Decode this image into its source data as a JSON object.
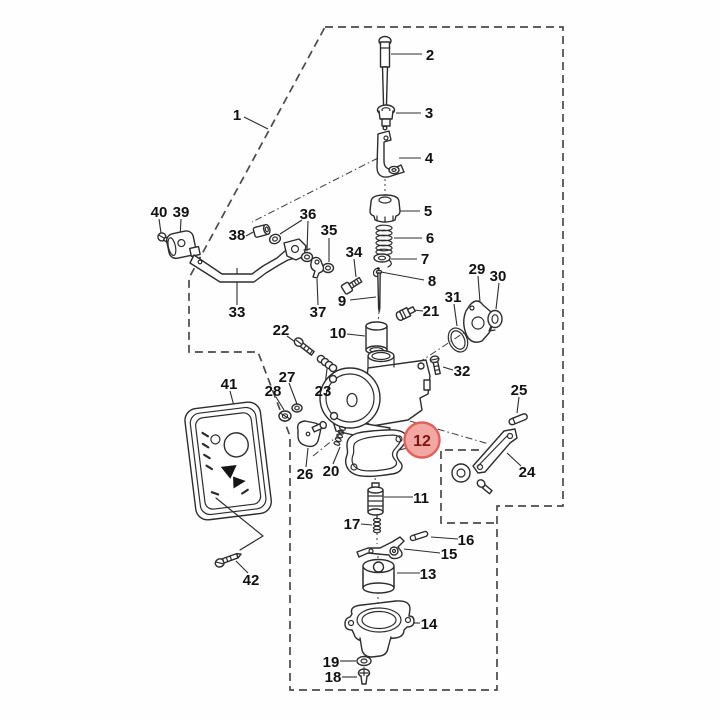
{
  "diagram": {
    "type": "exploded-parts-diagram",
    "subject": "carburetor assembly",
    "background_color": "#fefefe",
    "line_color": "#2d2d2d",
    "boundary_style": "dashed"
  },
  "highlight": {
    "selected_callout": "12",
    "fill": "#f2a7a3",
    "stroke": "#e2605c",
    "text_color": "#7c1513"
  },
  "callouts": {
    "1": "1",
    "2": "2",
    "3": "3",
    "4": "4",
    "5": "5",
    "6": "6",
    "7": "7",
    "8": "8",
    "9": "9",
    "10": "10",
    "11": "11",
    "12": "12",
    "13": "13",
    "14": "14",
    "15": "15",
    "16": "16",
    "17": "17",
    "18": "18",
    "19": "19",
    "20": "20",
    "21": "21",
    "22": "22",
    "23": "23",
    "24": "24",
    "25": "25",
    "26": "26",
    "27": "27",
    "28": "28",
    "29": "29",
    "30": "30",
    "31": "31",
    "32": "32",
    "33": "33",
    "34": "34",
    "35": "35",
    "36": "36",
    "37": "37",
    "38": "38",
    "39": "39",
    "40": "40",
    "41": "41",
    "42": "42"
  }
}
